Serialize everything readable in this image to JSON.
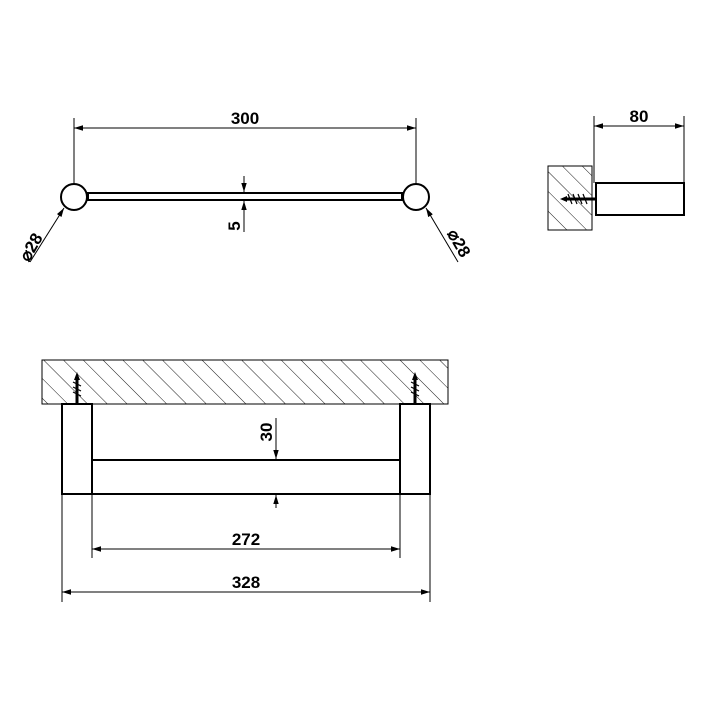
{
  "top_view": {
    "length": "300",
    "bar_thickness": "5",
    "end_diameter_left": "⌀28",
    "end_diameter_right": "⌀28"
  },
  "side_view": {
    "depth": "80"
  },
  "front_view": {
    "bar_height": "30",
    "inner_width": "272",
    "overall_width": "328"
  }
}
